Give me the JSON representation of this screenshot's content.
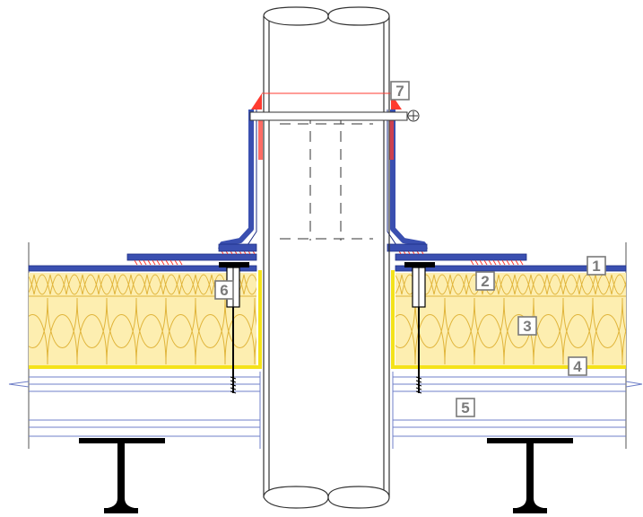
{
  "diagram": {
    "callouts": [
      {
        "number": "1",
        "item": "roof-membrane"
      },
      {
        "number": "2",
        "item": "top-insulation-layer"
      },
      {
        "number": "3",
        "item": "insulation-boards"
      },
      {
        "number": "4",
        "item": "vapour-barrier"
      },
      {
        "number": "5",
        "item": "steel-deck"
      },
      {
        "number": "6",
        "item": "mechanical-fastener"
      },
      {
        "number": "7",
        "item": "pipe-clamp-seal"
      }
    ],
    "colors": {
      "membrane": "#3a4fb0",
      "membrane_dark": "#1f2f86",
      "insulation_fill": "#fdeeb0",
      "insulation_line": "#e0b43a",
      "vapour_barrier": "#f4e21a",
      "seal_red": "#ff3b30",
      "pipe_outline": "#333333",
      "deck_line": "#6f7fc8",
      "steel": "#000000",
      "callout": "#7a7a7a"
    }
  }
}
